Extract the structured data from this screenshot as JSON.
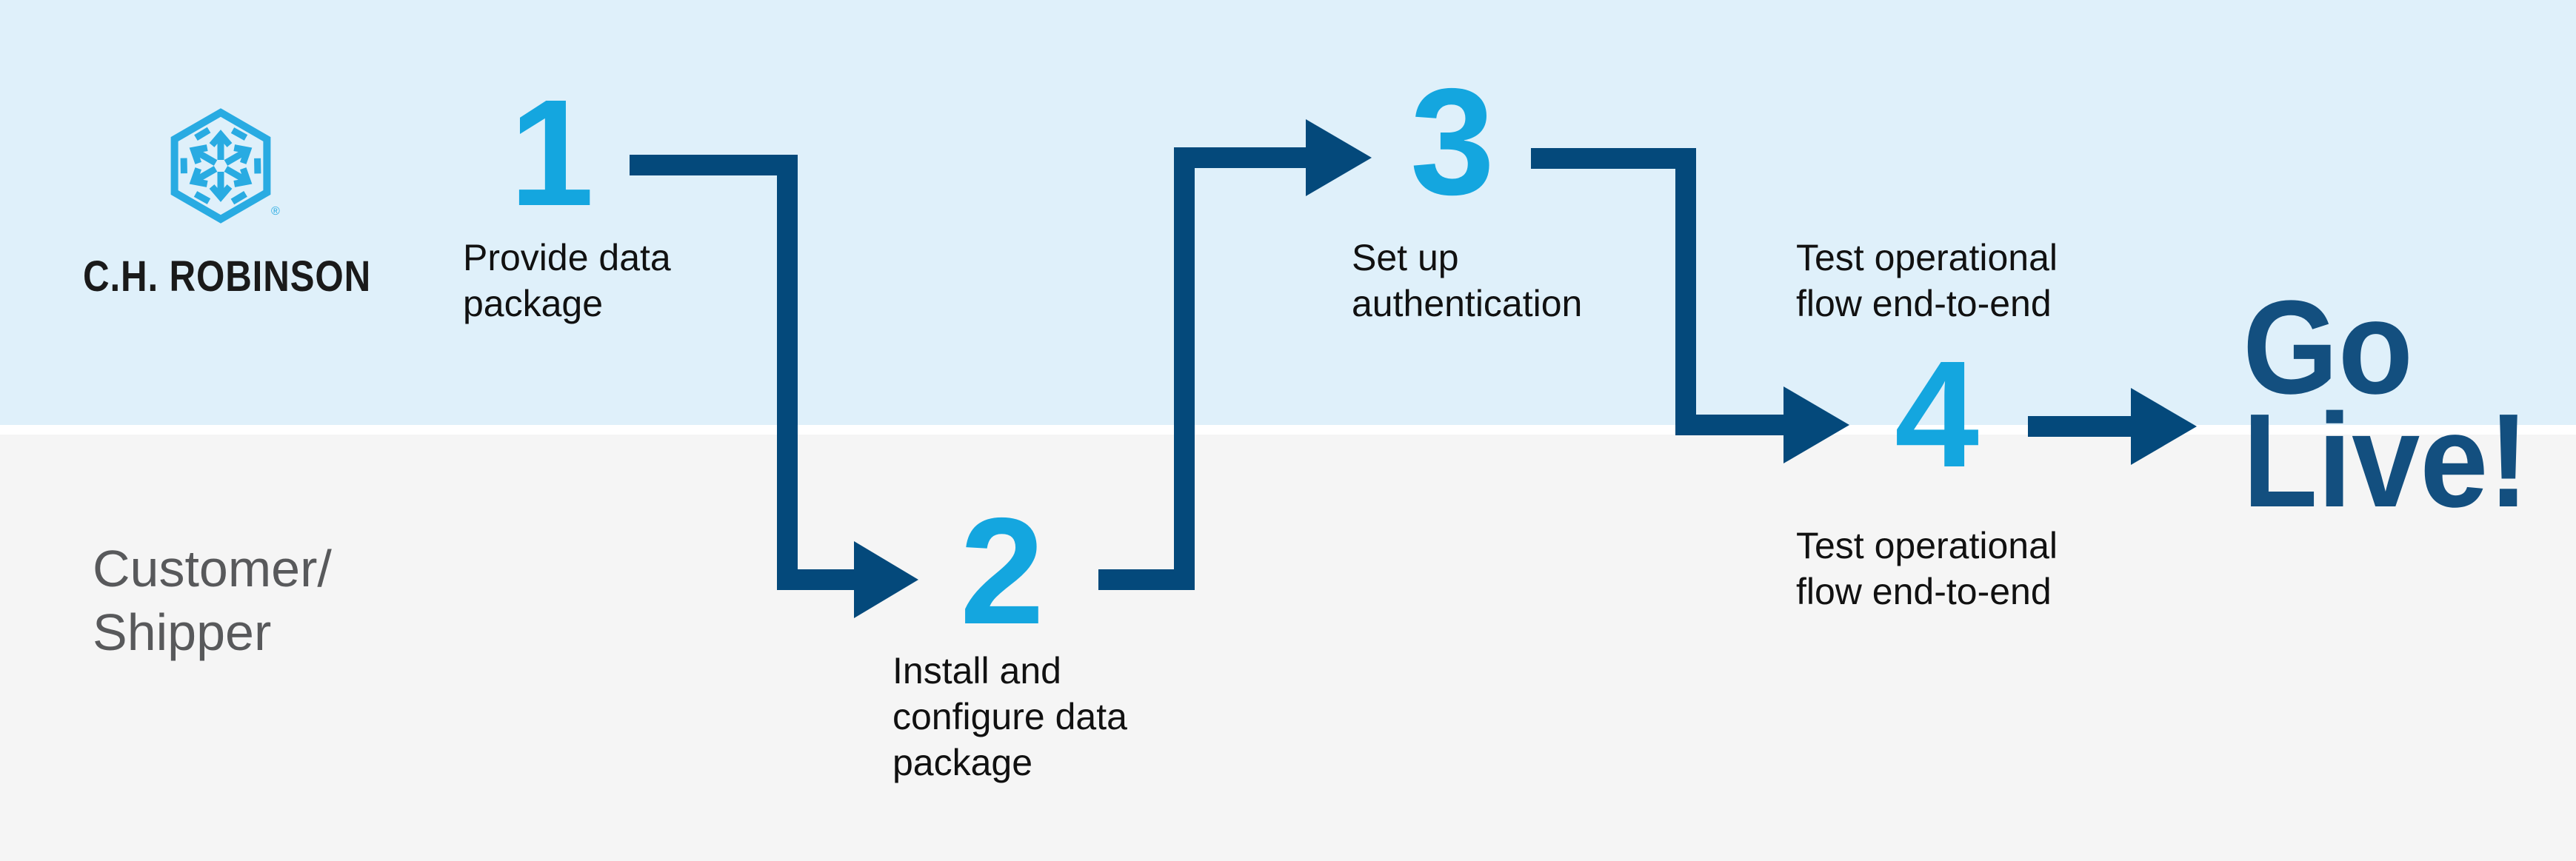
{
  "colors": {
    "band_top": "#DFF0FA",
    "band_bottom": "#F5F5F5",
    "separator": "#FFFFFF",
    "navy": "#04497B",
    "go_live_navy": "#134F7F",
    "number_cyan": "#14A6DF",
    "logo_cyan": "#29ABE2",
    "label_black": "#111111",
    "muted_gray": "#58595B",
    "brand_black": "#1A1A1A"
  },
  "brand": {
    "name": "C.H. ROBINSON",
    "registered": "®",
    "logo_icon": "hexagon-cube-arrows-icon"
  },
  "lane": {
    "label": "Customer/\nShipper"
  },
  "steps": [
    {
      "number": "1",
      "label": "Provide data\npackage"
    },
    {
      "number": "2",
      "label": "Install and\nconfigure data\npackage"
    },
    {
      "number": "3",
      "label": "Set up\nauthentication"
    },
    {
      "number": "4",
      "label_top": "Test operational\nflow end-to-end",
      "label_bottom": "Test operational\nflow end-to-end"
    }
  ],
  "go_live": {
    "line1": "Go",
    "line2": "Live!"
  }
}
